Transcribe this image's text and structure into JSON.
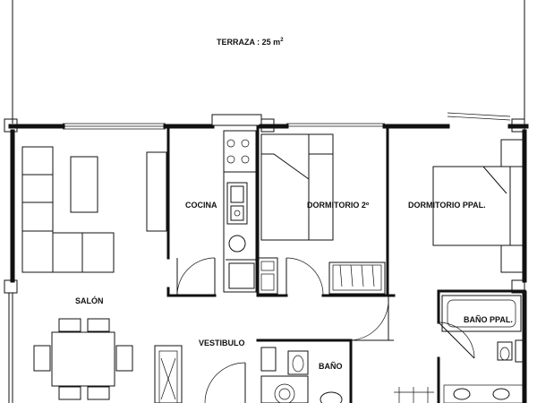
{
  "rooms": {
    "terraza": "TERRAZA :  25 m",
    "terraza_sup": "2",
    "cocina": "COCINA",
    "dormitorio_2": "DORMITORIO 2º",
    "dormitorio_ppal": "DORMITORIO PPAL.",
    "salon": "SALÓN",
    "vestibulo": "VESTIBULO",
    "bano": "BAÑO",
    "bano_ppal": "BAÑO PPAL."
  }
}
